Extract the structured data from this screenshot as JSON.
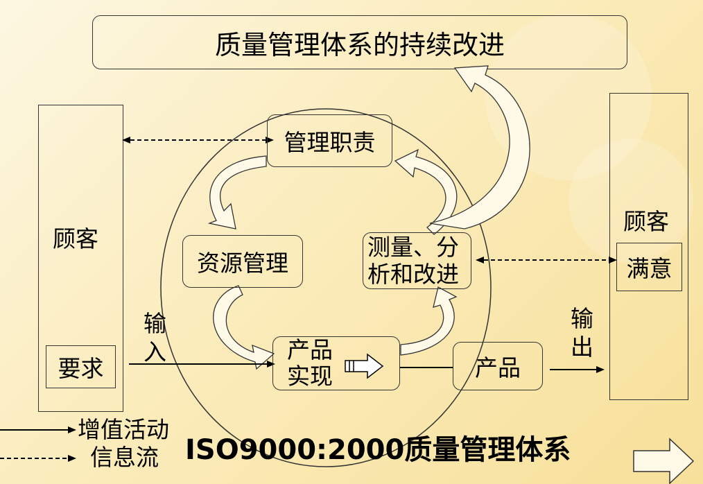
{
  "title": "质量管理体系的持续改进",
  "nodes": {
    "management_responsibility": "管理职责",
    "resource_management": "资源管理",
    "measurement_line1": "测量、分",
    "measurement_line2": "析和改进",
    "realization_line1": "产品",
    "realization_line2": "实现",
    "product": "产品"
  },
  "left_customer": {
    "label": "顾客",
    "requirement": "要求"
  },
  "right_customer": {
    "label": "顾客",
    "satisfaction": "满意"
  },
  "input_label": {
    "line1": "输",
    "line2": "入"
  },
  "output_label": {
    "line1": "输",
    "line2": "出"
  },
  "legend": {
    "value_added": "增值活动",
    "information_flow": "信息流"
  },
  "footer_title": "ISO9000:2000质量管理体系"
}
